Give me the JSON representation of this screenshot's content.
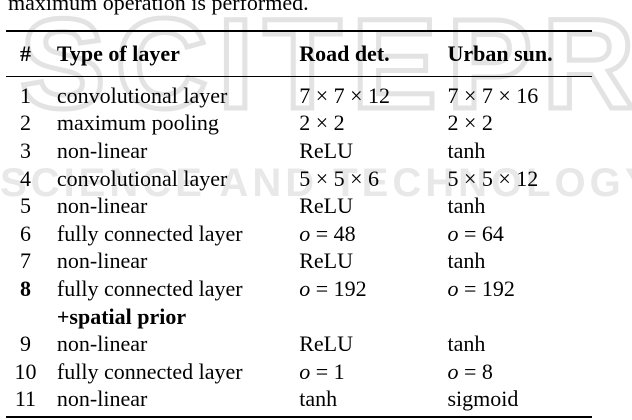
{
  "caption": "maximum operation is performed.",
  "watermark": {
    "line1": "SCITEPRESS",
    "line2": "SCIENCE AND TECHNOLOGY PUBLICATIONS",
    "color": "#e3e3e3"
  },
  "table": {
    "headers": [
      "#",
      "Type of layer",
      "Road det.",
      "Urban sun."
    ],
    "rows": [
      {
        "num": "1",
        "type": "convolutional layer",
        "road": "7 × 7 × 12",
        "urban": "7 × 7 × 16"
      },
      {
        "num": "2",
        "type": "maximum pooling",
        "road": "2 × 2",
        "urban": "2 × 2"
      },
      {
        "num": "3",
        "type": "non-linear",
        "road": "ReLU",
        "urban": "tanh"
      },
      {
        "num": "4",
        "type": "convolutional layer",
        "road": "5 × 5 × 6",
        "urban": "5 × 5 × 12"
      },
      {
        "num": "5",
        "type": "non-linear",
        "road": "ReLU",
        "urban": "tanh"
      },
      {
        "num": "6",
        "type": "fully connected layer",
        "road": "o = 48",
        "urban": "o = 64"
      },
      {
        "num": "7",
        "type": "non-linear",
        "road": "ReLU",
        "urban": "tanh"
      },
      {
        "num": "8",
        "type": "fully connected layer",
        "road": "o = 192",
        "urban": "o = 192"
      },
      {
        "num": "",
        "type": "+spatial prior",
        "road": "",
        "urban": ""
      },
      {
        "num": "9",
        "type": "non-linear",
        "road": "ReLU",
        "urban": "tanh"
      },
      {
        "num": "10",
        "type": "fully connected layer",
        "road": "o = 1",
        "urban": "o = 8"
      },
      {
        "num": "11",
        "type": "non-linear",
        "road": "tanh",
        "urban": "sigmoid"
      }
    ]
  }
}
